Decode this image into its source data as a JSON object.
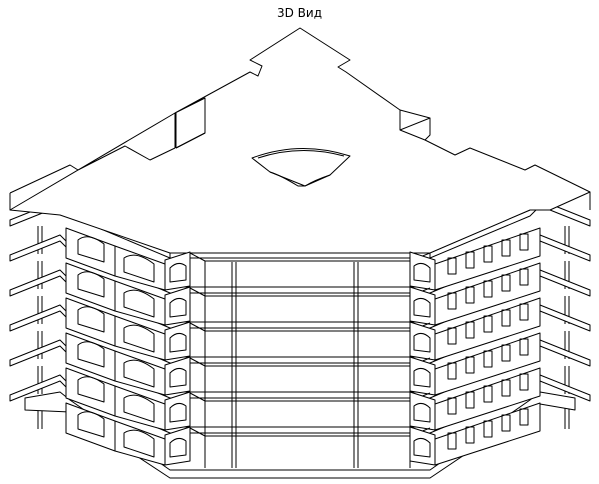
{
  "view": {
    "title": "3D Вид"
  },
  "model": {
    "slab_count": 6,
    "floor_count": 6,
    "line_color": "#000000",
    "background": "#ffffff"
  }
}
